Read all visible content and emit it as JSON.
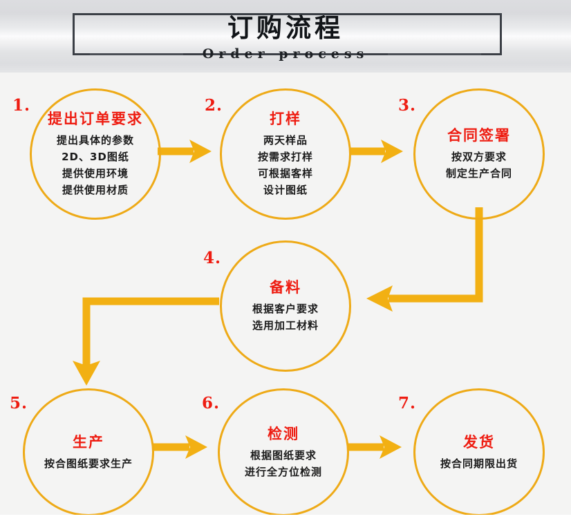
{
  "header": {
    "title": "订购流程",
    "subtitle": "Order process"
  },
  "colors": {
    "accent": "#eeaa17",
    "arrow": "#f2b013",
    "title_red": "#ee1c11",
    "text_dark": "#1b1b1b",
    "band_border": "#3b3f46",
    "body_bg": "#f4f4f3"
  },
  "steps": [
    {
      "number": "1.",
      "title": "提出订单要求",
      "lines": [
        "提出具体的参数",
        "2D、3D图纸",
        "提供使用环境",
        "提供使用材质"
      ]
    },
    {
      "number": "2.",
      "title": "打样",
      "lines": [
        "两天样品",
        "按需求打样",
        "可根据客样",
        "设计图纸"
      ]
    },
    {
      "number": "3.",
      "title": "合同签署",
      "lines": [
        "按双方要求",
        "制定生产合同"
      ]
    },
    {
      "number": "4.",
      "title": "备料",
      "lines": [
        "根据客户要求",
        "选用加工材料"
      ]
    },
    {
      "number": "5.",
      "title": "生产",
      "lines": [
        "按合图纸要求生产"
      ]
    },
    {
      "number": "6.",
      "title": "检测",
      "lines": [
        "根据图纸要求",
        "进行全方位检测"
      ]
    },
    {
      "number": "7.",
      "title": "发货",
      "lines": [
        "按合同期限出货"
      ]
    }
  ],
  "connectors": [
    {
      "name": "arrow-step1-to-step2",
      "from": "1",
      "to": "2",
      "shape": "straight-right"
    },
    {
      "name": "arrow-step2-to-step3",
      "from": "2",
      "to": "3",
      "shape": "straight-right"
    },
    {
      "name": "arrow-step3-to-step4",
      "from": "3",
      "to": "4",
      "shape": "elbow-down-left"
    },
    {
      "name": "arrow-step4-to-step5",
      "from": "4",
      "to": "5",
      "shape": "elbow-left-down"
    },
    {
      "name": "arrow-step5-to-step6",
      "from": "5",
      "to": "6",
      "shape": "straight-right"
    },
    {
      "name": "arrow-step6-to-step7",
      "from": "6",
      "to": "7",
      "shape": "straight-right"
    }
  ]
}
